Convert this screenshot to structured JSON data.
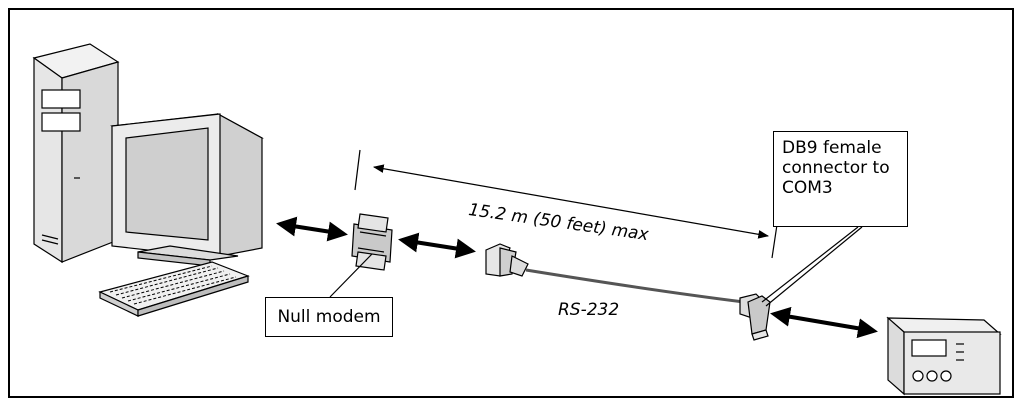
{
  "labels": {
    "distance": "15.2 m (50 feet) max",
    "cable": "RS-232",
    "null_modem": "Null modem",
    "db9_line1": "DB9 female",
    "db9_line2": "connector to",
    "db9_line3": "COM3"
  }
}
